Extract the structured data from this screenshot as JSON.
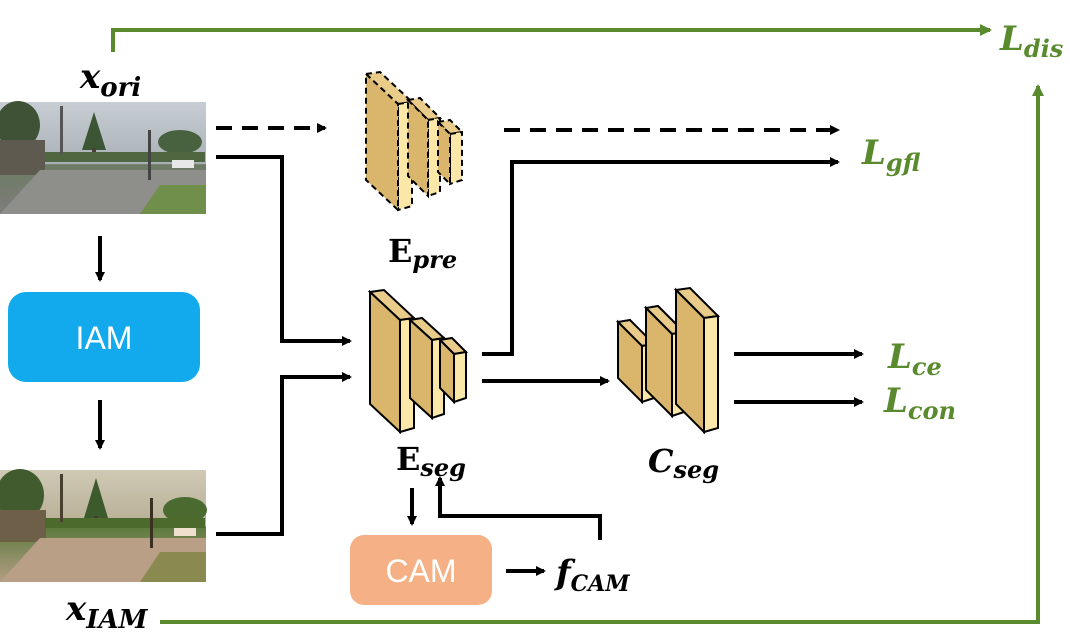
{
  "inputs": {
    "x_ori": {
      "main": "x",
      "sub": "ori"
    },
    "x_iam": {
      "main": "x",
      "sub": "IAM"
    }
  },
  "modules": {
    "iam": "IAM",
    "cam": "CAM"
  },
  "encoders": {
    "e_pre": {
      "main": "E",
      "sub": "pre"
    },
    "e_seg": {
      "main": "E",
      "sub": "seg"
    },
    "c_seg": {
      "main": "C",
      "sub": "seg"
    }
  },
  "features": {
    "f_cam": {
      "main": "f",
      "sub": "CAM"
    }
  },
  "losses": {
    "dis": {
      "main": "L",
      "sub": "dis"
    },
    "gfl": {
      "main": "L",
      "sub": "gfl"
    },
    "ce": {
      "main": "L",
      "sub": "ce"
    },
    "con": {
      "main": "L",
      "sub": "con"
    }
  },
  "colors": {
    "loss_green": "#5a8a2e",
    "iam_blue": "#12aaec",
    "cam_orange": "#f5b185",
    "block_fill": "#e9cc8a",
    "block_side": "#c9a75d",
    "block_front": "#fbe8a8",
    "arrow": "#000000"
  }
}
